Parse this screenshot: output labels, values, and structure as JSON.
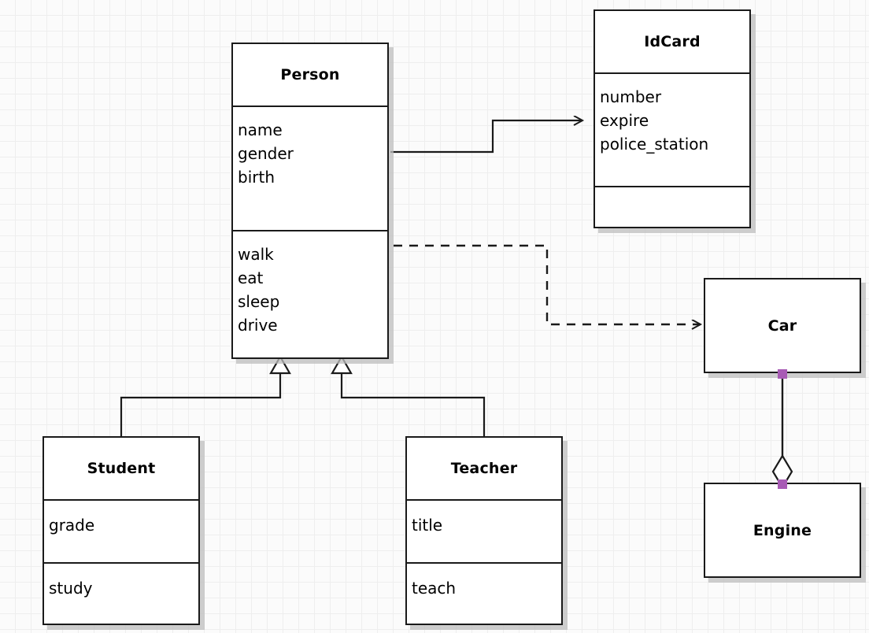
{
  "diagram": {
    "kind": "uml-class-diagram",
    "background": "#fbfbfb",
    "grid": "20px light-gray",
    "line_color": "#1a1a1a",
    "handle_color": "#a85bb5"
  },
  "classes": {
    "person": {
      "name": "Person",
      "attributes": [
        "name",
        "gender",
        "birth"
      ],
      "operations": [
        "walk",
        "eat",
        "sleep",
        "drive"
      ]
    },
    "idcard": {
      "name": "IdCard",
      "attributes": [
        "number",
        "expire",
        "police_station"
      ],
      "operations": []
    },
    "student": {
      "name": "Student",
      "attributes": [
        "grade"
      ],
      "operations": [
        "study"
      ]
    },
    "teacher": {
      "name": "Teacher",
      "attributes": [
        "title"
      ],
      "operations": [
        "teach"
      ]
    },
    "car": {
      "name": "Car"
    },
    "engine": {
      "name": "Engine"
    }
  },
  "relations": [
    {
      "id": "person-idcard",
      "type": "association",
      "from": "Person",
      "to": "IdCard",
      "style": "solid",
      "arrow": "open"
    },
    {
      "id": "person-car",
      "type": "dependency",
      "from": "Person",
      "to": "Car",
      "style": "dashed",
      "arrow": "open"
    },
    {
      "id": "student-person",
      "type": "generalization",
      "from": "Student",
      "to": "Person",
      "style": "solid",
      "arrow": "hollow-triangle"
    },
    {
      "id": "teacher-person",
      "type": "generalization",
      "from": "Teacher",
      "to": "Person",
      "style": "solid",
      "arrow": "hollow-triangle"
    },
    {
      "id": "car-engine",
      "type": "aggregation",
      "from": "Car",
      "to": "Engine",
      "style": "solid",
      "arrow": "hollow-diamond"
    }
  ]
}
